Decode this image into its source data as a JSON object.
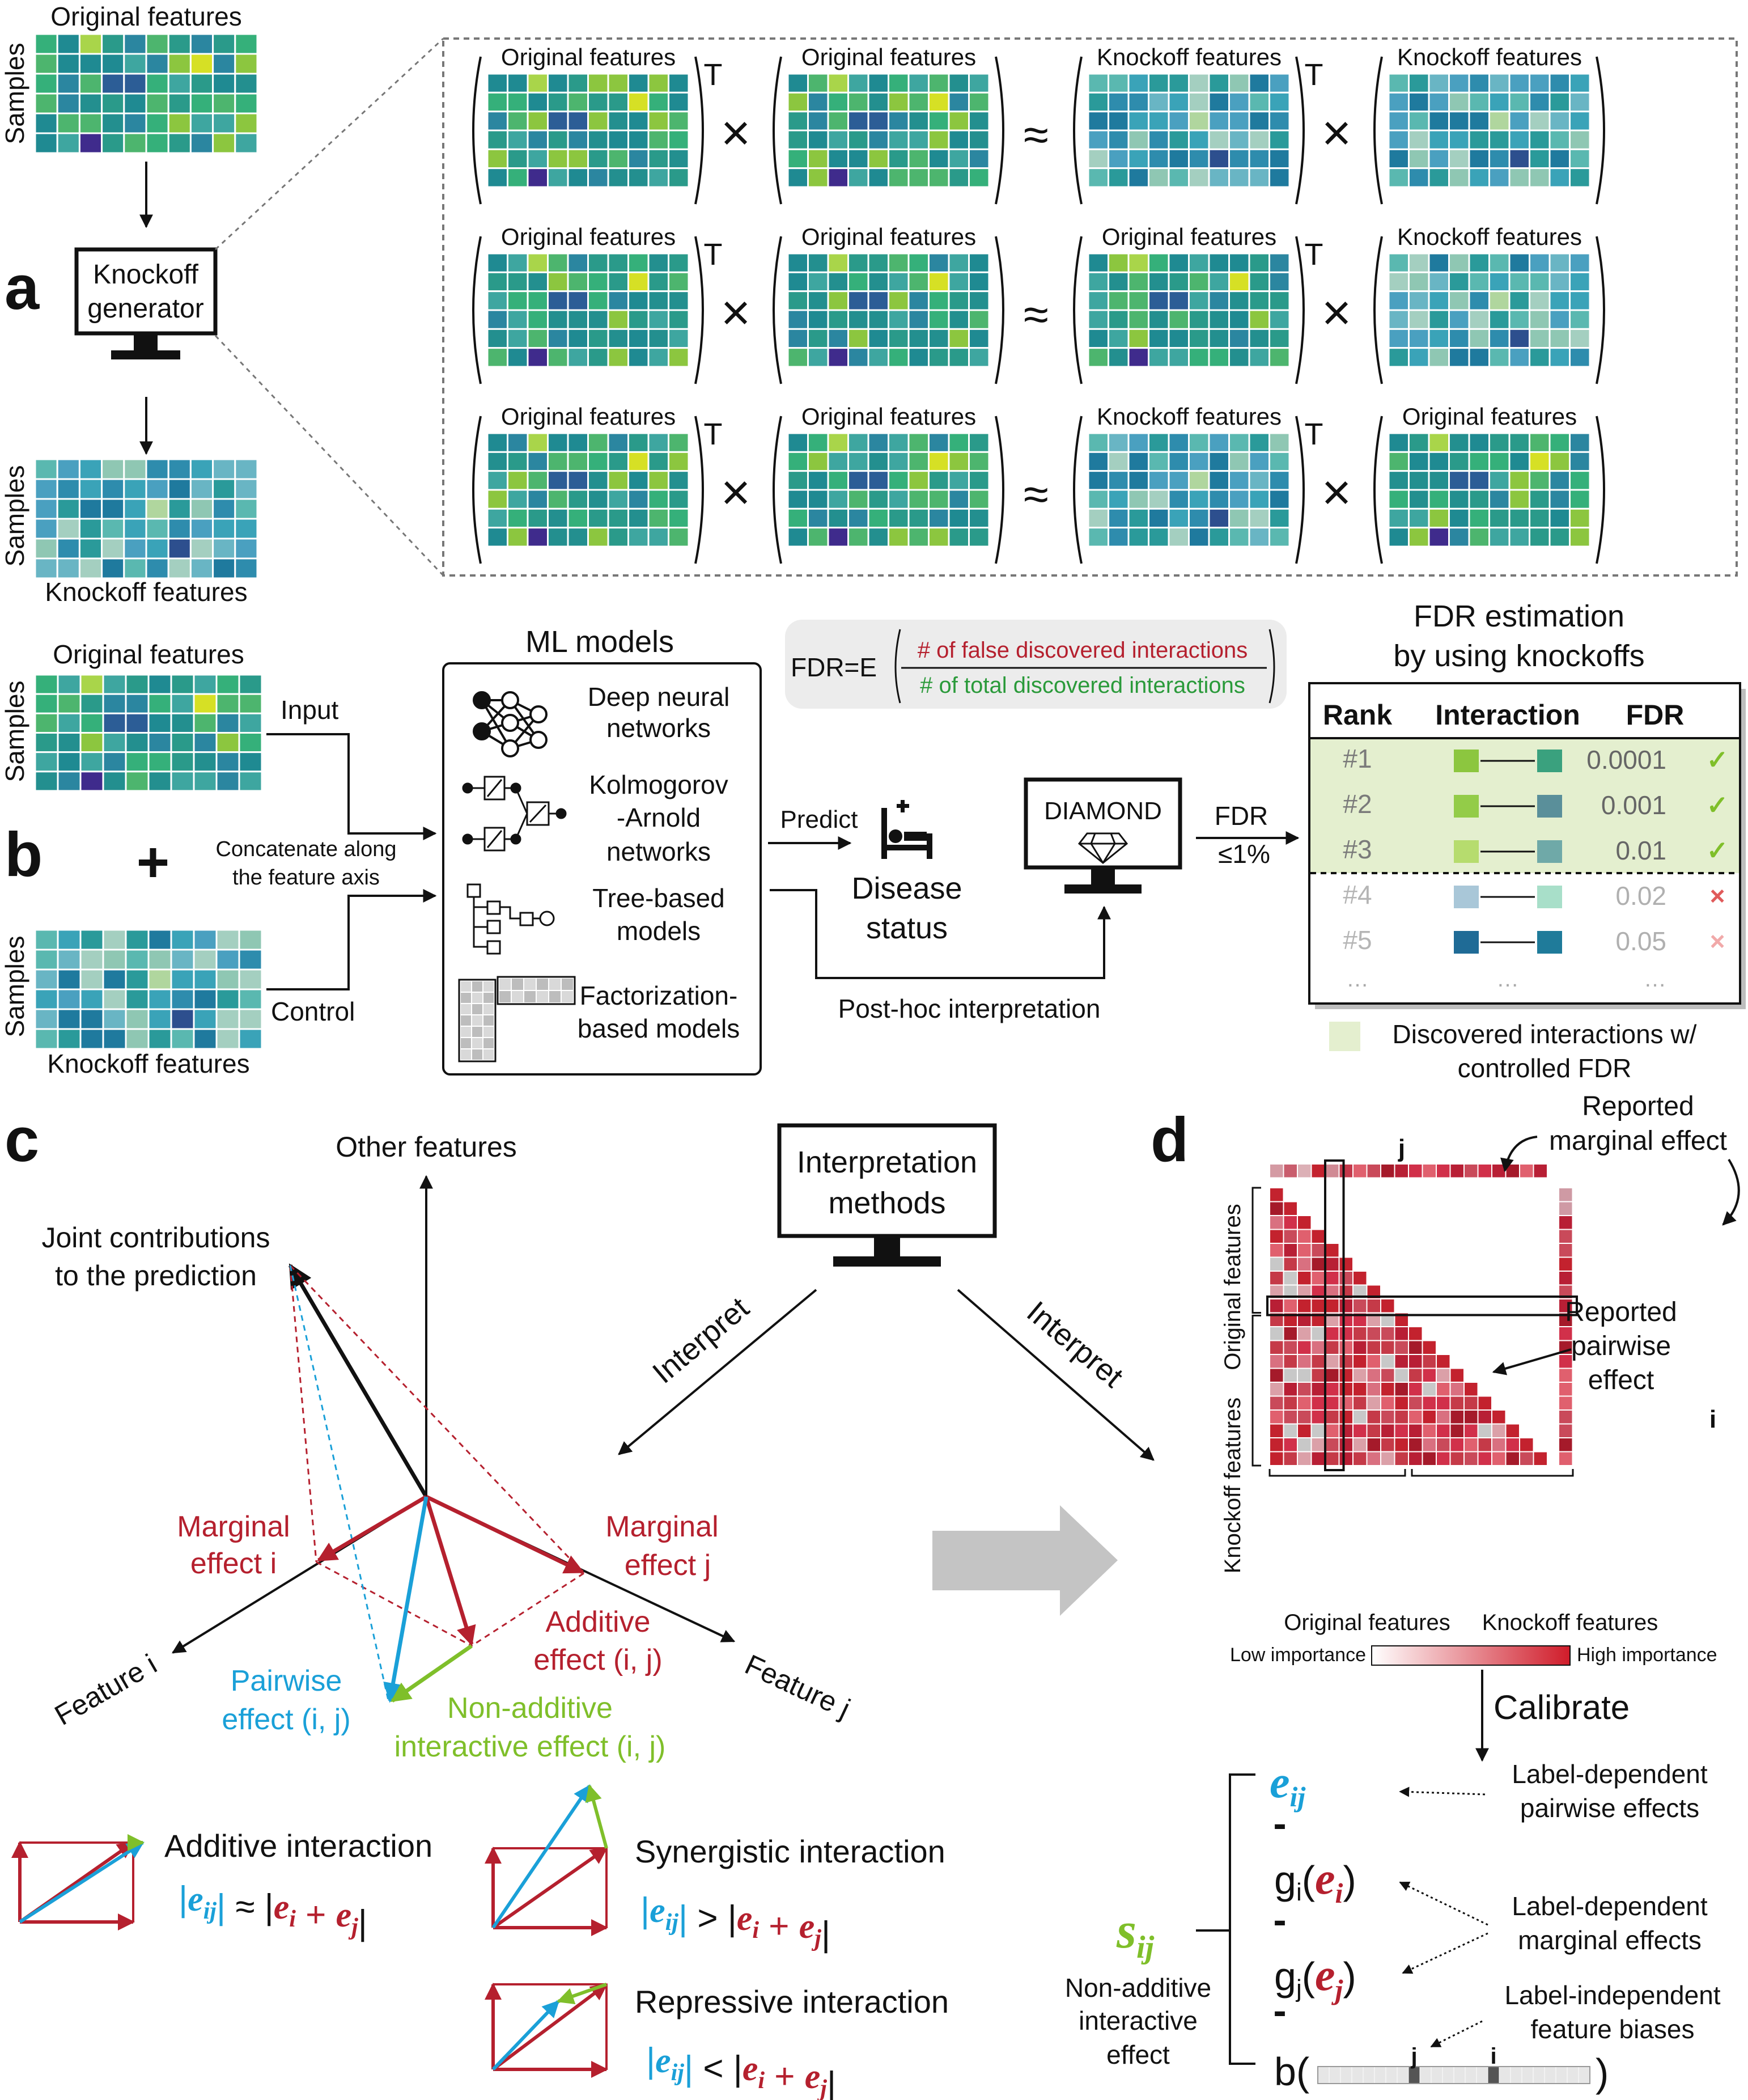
{
  "panel_a": {
    "letter": "a",
    "original_features": "Original features",
    "knockoff_features": "Knockoff features",
    "samples": "Samples",
    "generator_line1": "Knockoff",
    "generator_line2": "generator",
    "transpose": "T",
    "times": "×",
    "approx": "≈",
    "rows": [
      [
        "Original features",
        "Original features",
        "Knockoff features",
        "Knockoff features"
      ],
      [
        "Original features",
        "Original features",
        "Original features",
        "Knockoff features"
      ],
      [
        "Original features",
        "Original features",
        "Knockoff features",
        "Original features"
      ]
    ]
  },
  "panel_b": {
    "letter": "b",
    "original_features": "Original features",
    "knockoff_features": "Knockoff features",
    "samples": "Samples",
    "plus": "+",
    "input": "Input",
    "control": "Control",
    "concat_line1": "Concatenate along",
    "concat_line2": "the feature axis",
    "ml_title": "ML models",
    "models": [
      {
        "line1": "Deep neural",
        "line2": "networks"
      },
      {
        "line1": "Kolmogorov",
        "line2": "-Arnold",
        "line3": "networks"
      },
      {
        "line1": "Tree-based",
        "line2": "models"
      },
      {
        "line1": "Factorization-",
        "line2": "based models"
      }
    ],
    "predict": "Predict",
    "disease_line1": "Disease",
    "disease_line2": "status",
    "diamond": "DIAMOND",
    "posthoc": "Post-hoc interpretation",
    "fdr_arrow_label": "FDR",
    "fdr_threshold": "≤1%",
    "formula_prefix": "FDR=E",
    "formula_numerator": "# of false discovered interactions",
    "formula_denominator": "# of total discovered interactions",
    "est_title_line1": "FDR estimation",
    "est_title_line2": "by using knockoffs",
    "table_headers": [
      "Rank",
      "Interaction",
      "FDR"
    ],
    "table_rows": [
      {
        "rank": "#1",
        "fdr": "0.0001",
        "mark": "✓",
        "c1": "#8cc63f",
        "c2": "#3aa17e"
      },
      {
        "rank": "#2",
        "fdr": "0.001",
        "mark": "✓",
        "c1": "#93cc48",
        "c2": "#5a8f9a"
      },
      {
        "rank": "#3",
        "fdr": "0.01",
        "mark": "✓",
        "c1": "#b6dc6e",
        "c2": "#6fa9a8"
      },
      {
        "rank": "#4",
        "fdr": "0.02",
        "mark": "×",
        "c1": "#a9c7d8",
        "c2": "#a8dfc9"
      },
      {
        "rank": "#5",
        "fdr": "0.05",
        "mark": "×",
        "c1": "#1f6b96",
        "c2": "#1f7b9a"
      }
    ],
    "ellipsis": "…",
    "legend_line1": "Discovered interactions w/",
    "legend_line2": "controlled FDR"
  },
  "panel_c": {
    "letter": "c",
    "other_features": "Other features",
    "joint_line1": "Joint contributions",
    "joint_line2": "to the prediction",
    "marginal_i_line1": "Marginal",
    "marginal_i_line2": "effect i",
    "marginal_j_line1": "Marginal",
    "marginal_j_line2": "effect j",
    "additive_line1": "Additive",
    "additive_line2": "effect (i, j)",
    "pairwise_line1": "Pairwise",
    "pairwise_line2": "effect (i, j)",
    "nonadd_line1": "Non-additive",
    "nonadd_line2": "interactive effect (i, j)",
    "feature_i": "Feature i",
    "feature_j": "Feature j",
    "interp_line1": "Interpretation",
    "interp_line2": "methods",
    "interpret": "Interpret",
    "additive_title": "Additive interaction",
    "synergistic_title": "Synergistic interaction",
    "repressive_title": "Repressive interaction",
    "rel_approx": "≈",
    "rel_gt": ">",
    "rel_lt": "<",
    "colors": {
      "red": "#b5202e",
      "blue": "#1aa0d8",
      "green": "#7fbf2a"
    }
  },
  "panel_d": {
    "letter": "d",
    "label_j": "j",
    "label_i": "i",
    "reported_marginal_line1": "Reported",
    "reported_marginal_line2": "marginal effect",
    "reported_pairwise_line1": "Reported",
    "reported_pairwise_line2": "pairwise",
    "reported_pairwise_line3": "effect",
    "original_features": "Original features",
    "knockoff_features": "Knockoff features",
    "low_importance": "Low importance",
    "high_importance": "High importance",
    "calibrate": "Calibrate",
    "minus": "-",
    "g_i": "g",
    "g_sub_i": "i",
    "g_sub_j": "j",
    "b": "b(",
    "close": ")",
    "label_dep_pair_line1": "Label-dependent",
    "label_dep_pair_line2": "pairwise effects",
    "label_dep_marg_line1": "Label-dependent",
    "label_dep_marg_line2": "marginal effects",
    "label_ind_line1": "Label-independent",
    "label_ind_line2": "feature biases",
    "nonadd_line1": "Non-additive",
    "nonadd_line2": "interactive",
    "nonadd_line3": "effect"
  }
}
